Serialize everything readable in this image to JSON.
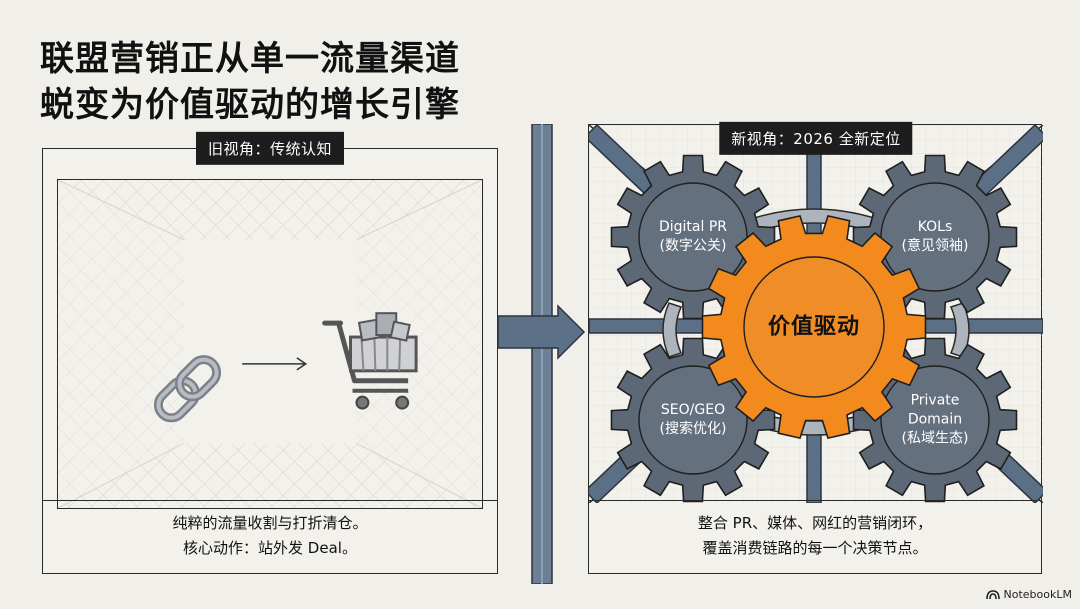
{
  "title": {
    "line1": "联盟营销正从单一流量渠道",
    "line2": "蜕变为价值驱动的增长引擎"
  },
  "left_panel": {
    "tag": "旧视角：传统认知",
    "caption_line1": "纯粹的流量收割与打折清仓。",
    "caption_line2": "核心动作：站外发 Deal。"
  },
  "right_panel": {
    "tag": "新视角：2026 全新定位",
    "center_gear": "价值驱动",
    "gears": [
      {
        "line1": "Digital PR",
        "line2": "(数字公关)"
      },
      {
        "line1": "KOLs",
        "line2": "(意见领袖)"
      },
      {
        "line1": "SEO/GEO",
        "line2": "(搜索优化)"
      },
      {
        "line1": "Private",
        "line2": "Domain",
        "line3": "(私域生态)"
      }
    ],
    "caption_line1": "整合 PR、媒体、网红的营销闭环，",
    "caption_line2": "覆盖消费链路的每一个决策节点。"
  },
  "colors": {
    "accent_orange": "#f28a1e",
    "gear_slate": "#5d6877",
    "connector_steel": "#5a6f86"
  },
  "icons": {
    "left_link": "chain-link-icon",
    "left_arrow": "arrow-right-icon",
    "left_cart": "shopping-cart-icon",
    "connector_arrow": "arrow-right-icon"
  },
  "brand": {
    "label": "NotebookLM"
  }
}
